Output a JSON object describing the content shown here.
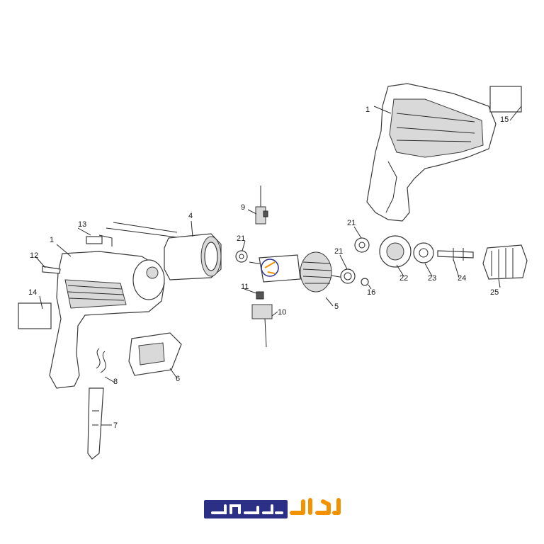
{
  "part_numbers": [
    "1",
    "1",
    "4",
    "5",
    "6",
    "7",
    "8",
    "9",
    "10",
    "11",
    "12",
    "13",
    "14",
    "15",
    "16",
    "21",
    "21",
    "21",
    "22",
    "23",
    "24",
    "25"
  ],
  "logo": {
    "text_blue": "عمران",
    "text_orange": "کالا",
    "colors": {
      "blue": "#2b2f86",
      "orange": "#f39200"
    }
  }
}
